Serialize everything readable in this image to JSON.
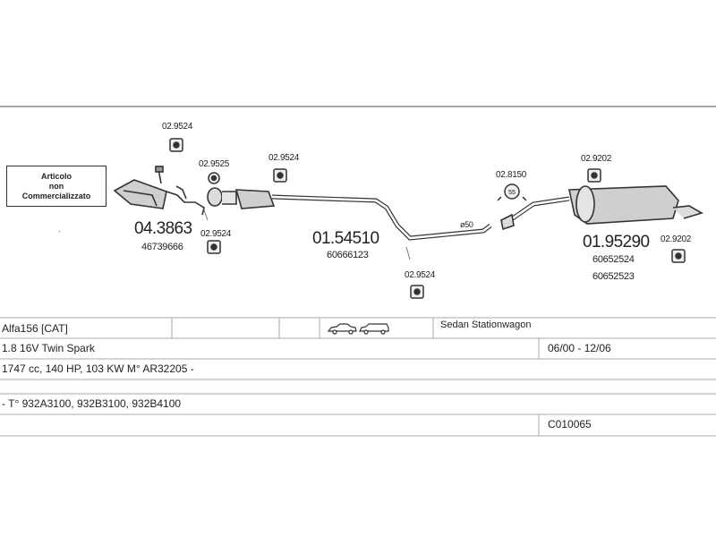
{
  "note": {
    "line1": "Articolo",
    "line2": "non",
    "line3": "Commercializzato"
  },
  "parts": {
    "cat_code": "04.3863",
    "cat_oem": "46739666",
    "mid_code": "01.54510",
    "mid_oem": "60666123",
    "rear_code": "01.95290",
    "rear_oem_1": "60652524",
    "rear_oem_2": "60652523",
    "diameter": "ø50"
  },
  "mounts": {
    "m1": "02.9524",
    "m2": "02.9525",
    "m3": "02.9524",
    "m4": "02.9524",
    "m5": "02.9524",
    "m6": "02.8150",
    "m7": "02.9202",
    "m8": "02.9202",
    "clamp_label": "55"
  },
  "table": {
    "model": "Alfa156  [CAT]",
    "body_types": "Sedan Stationwagon",
    "engine": "1.8 16V Twin Spark",
    "period": "06/00 - 12/06",
    "specs": "1747 cc, 140 HP, 103 KW M° AR32205 -",
    "types": "- T° 932A3100, 932B3100, 932B4100",
    "ref": "C010065"
  },
  "icons": {
    "vehicles": "car-silhouette-icons"
  }
}
